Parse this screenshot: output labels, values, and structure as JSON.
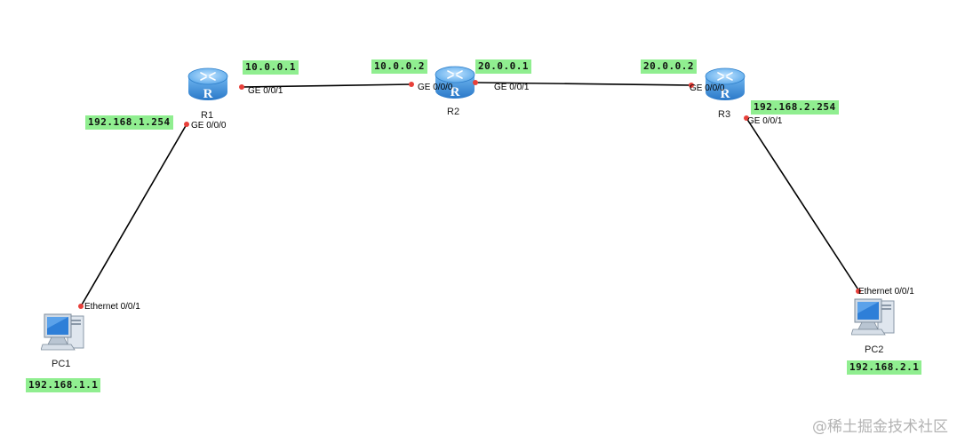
{
  "devices": {
    "r1": {
      "name": "R1"
    },
    "r2": {
      "name": "R2"
    },
    "r3": {
      "name": "R3"
    },
    "pc1": {
      "name": "PC1"
    },
    "pc2": {
      "name": "PC2"
    }
  },
  "ports": {
    "r1_ge001": "GE 0/0/1",
    "r1_ge000": "GE 0/0/0",
    "r2_ge000": "GE 0/0/0",
    "r2_ge001": "GE 0/0/1",
    "r3_ge000": "GE 0/0/0",
    "r3_ge001": "GE 0/0/1",
    "pc1_eth": "Ethernet 0/0/1",
    "pc2_eth": "Ethernet 0/0/1"
  },
  "ips": {
    "r1_ge001": "10.0.0.1",
    "r1_ge000": "192.168.1.254",
    "r2_ge000": "10.0.0.2",
    "r2_ge001": "20.0.0.1",
    "r3_ge000": "20.0.0.2",
    "r3_ge001": "192.168.2.254",
    "pc1": "192.168.1.1",
    "pc2": "192.168.2.1"
  },
  "colors": {
    "ip_tag_bg": "#90ee90",
    "port_dot": "#e8403a",
    "router_body": "#3c8fdc",
    "link": "#000000"
  },
  "icons": {
    "router": "router-icon",
    "pc": "pc-icon"
  },
  "watermark": "@稀土掘金技术社区"
}
